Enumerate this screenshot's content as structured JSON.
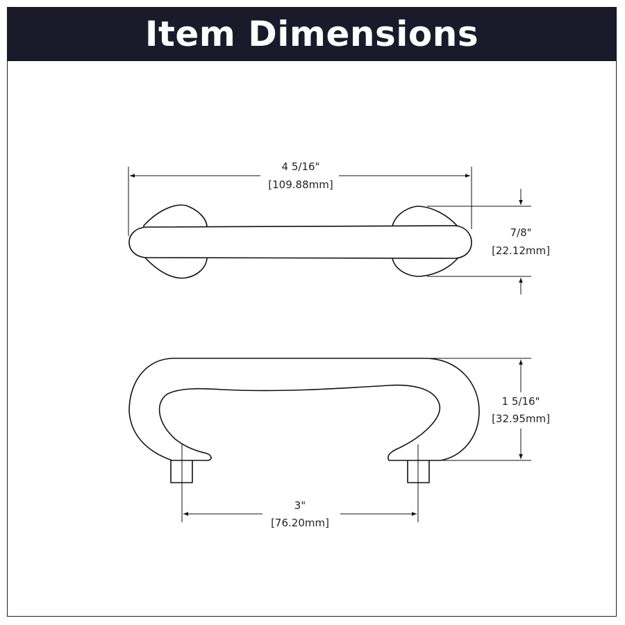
{
  "header": {
    "title": "Item Dimensions"
  },
  "dimensions": {
    "length": {
      "imperial": "4 5/16\"",
      "metric": "[109.88mm]"
    },
    "width": {
      "imperial": "7/8\"",
      "metric": "[22.12mm]"
    },
    "height": {
      "imperial": "1 5/16\"",
      "metric": "[32.95mm]"
    },
    "center_to_center": {
      "imperial": "3\"",
      "metric": "[76.20mm]"
    }
  },
  "colors": {
    "header_bg": "#1b1a2b",
    "header_text": "#ffffff",
    "line": "#111111"
  }
}
